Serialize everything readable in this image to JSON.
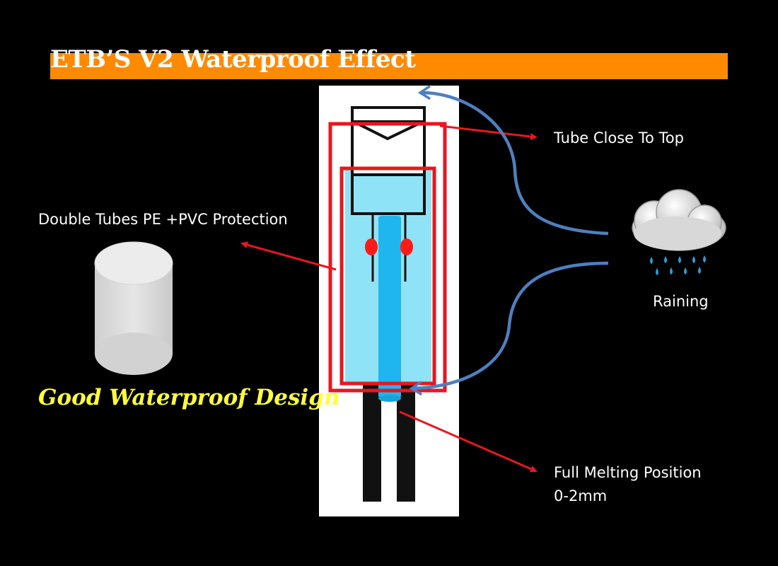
{
  "title": "ETB’S V2 Waterproof Effect",
  "labels": {
    "tube_close_to_top": "Tube Close To Top",
    "double_tubes": "Double Tubes PE +PVC Protection",
    "raining": "Raining",
    "full_melting_line1": "Full Melting Position",
    "full_melting_line2": "0-2mm"
  },
  "tagline": "Good Waterproof Design",
  "colors": {
    "title_bar": "#ff8a00",
    "red_outline": "#e8161f",
    "flow_arrow": "#4f7fbe",
    "tube_fill": "#8fe3f6",
    "core_fill": "#1fb6ef",
    "tagline": "#ffff3a"
  },
  "icons": [
    "rain-cloud-icon",
    "cylinder-icon"
  ]
}
